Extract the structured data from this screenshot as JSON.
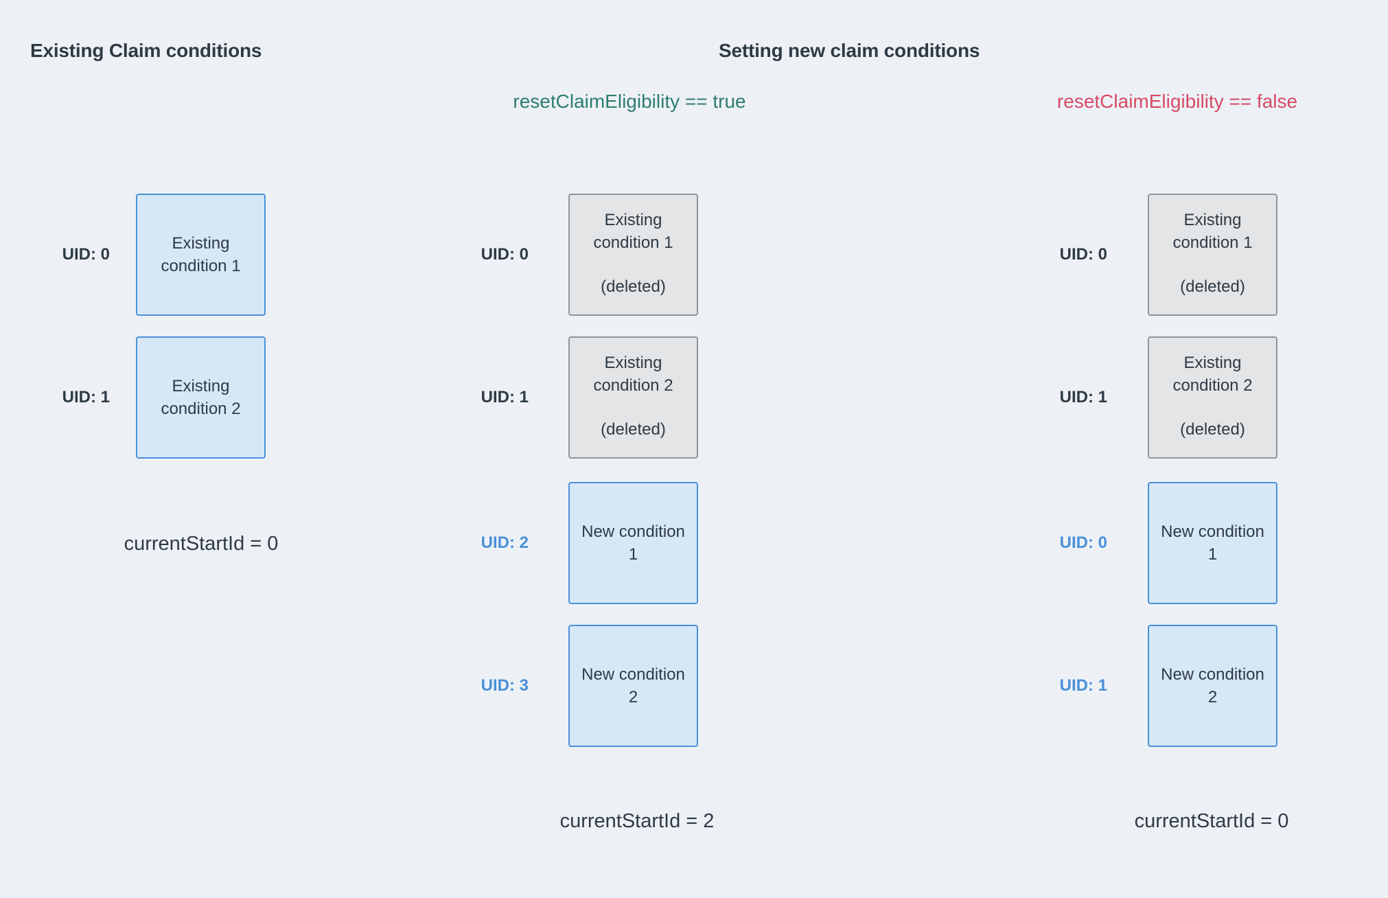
{
  "header": {
    "left_title": "Existing Claim conditions",
    "center_title": "Setting new claim conditions"
  },
  "scenarios": {
    "true_label": "resetClaimEligibility == true",
    "false_label": "resetClaimEligibility == false"
  },
  "columns": {
    "existing": {
      "rows": [
        {
          "uid": "UID: 0",
          "line1": "Existing",
          "line2": "condition 1"
        },
        {
          "uid": "UID: 1",
          "line1": "Existing",
          "line2": "condition 2"
        }
      ],
      "footer": "currentStartId = 0"
    },
    "reset_true": {
      "rows": [
        {
          "uid": "UID: 0",
          "line1": "Existing",
          "line2": "condition 1",
          "deleted": "(deleted)"
        },
        {
          "uid": "UID: 1",
          "line1": "Existing",
          "line2": "condition 2",
          "deleted": "(deleted)"
        },
        {
          "uid": "UID: 2",
          "line1": "New condition",
          "line2": "1"
        },
        {
          "uid": "UID: 3",
          "line1": "New condition",
          "line2": "2"
        }
      ],
      "footer": "currentStartId = 2"
    },
    "reset_false": {
      "rows": [
        {
          "uid": "UID: 0",
          "line1": "Existing",
          "line2": "condition 1",
          "deleted": "(deleted)"
        },
        {
          "uid": "UID: 1",
          "line1": "Existing",
          "line2": "condition 2",
          "deleted": "(deleted)"
        },
        {
          "uid": "UID: 0",
          "line1": "New condition",
          "line2": "1"
        },
        {
          "uid": "UID: 1",
          "line1": "New condition",
          "line2": "2"
        }
      ],
      "footer": "currentStartId = 0"
    }
  },
  "colors": {
    "background": "#edf1f6",
    "text_dark": "#2e3a44",
    "accent_blue": "#4a90d8",
    "box_blue_fill": "#d6e8f8",
    "box_blue_border": "#4a90d8",
    "box_gray_fill": "#e3e5e7",
    "box_gray_border": "#8f959a",
    "green": "#2d7d6e",
    "red": "#d54a64"
  }
}
